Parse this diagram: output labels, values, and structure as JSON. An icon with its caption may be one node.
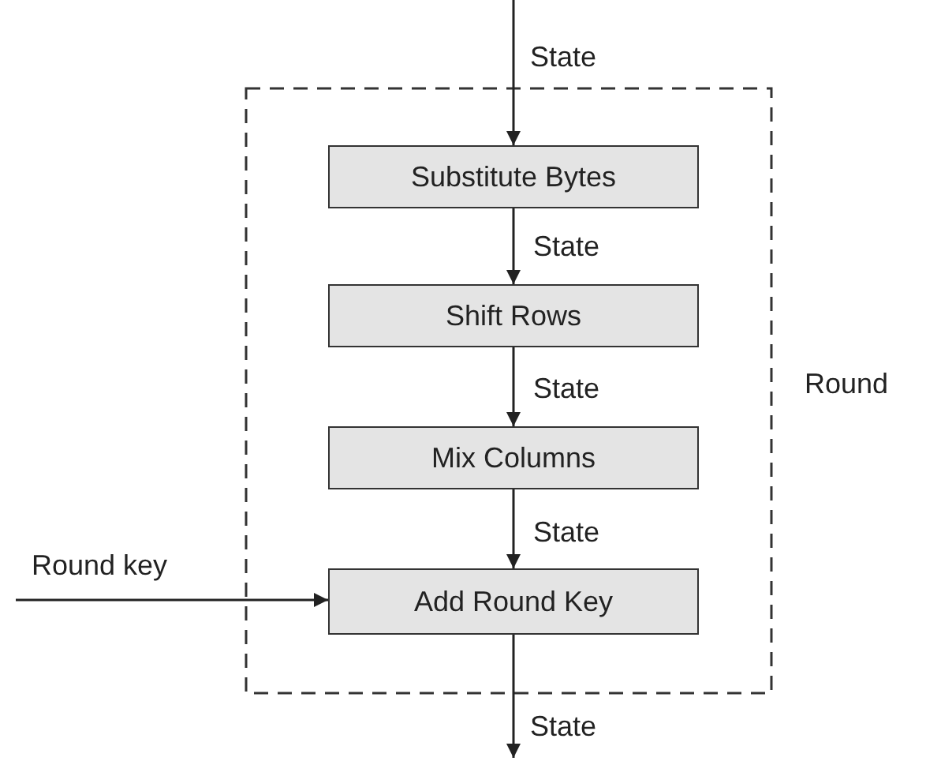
{
  "diagram": {
    "nodes": [
      {
        "text": [],
        "shape": "box",
        "beside": [
          "Round"
        ]
      },
      {
        "text": [
          "Substitute Bytes"
        ],
        "in": 0
      },
      {
        "text": [
          "Shift Rows"
        ],
        "in": 0
      },
      {
        "text": [
          "Mix Columns"
        ],
        "in": 0
      },
      {
        "text": [
          "Add Round Key"
        ],
        "in": 0
      }
    ],
    "edges": [
      {
        "from": null,
        "to": 1,
        "arrow": "to",
        "label": "State"
      },
      {
        "from": 1,
        "to": 2,
        "arrow": "to",
        "label": "State"
      },
      {
        "from": 2,
        "to": 3,
        "arrow": "to",
        "label": "State"
      },
      {
        "from": 3,
        "to": 4,
        "arrow": "to",
        "label": "State"
      },
      {
        "from": 4,
        "to": null,
        "arrow": "to",
        "label": "State"
      },
      {
        "from": null,
        "to": 4,
        "arrow": "to",
        "label": "Round key"
      }
    ]
  }
}
